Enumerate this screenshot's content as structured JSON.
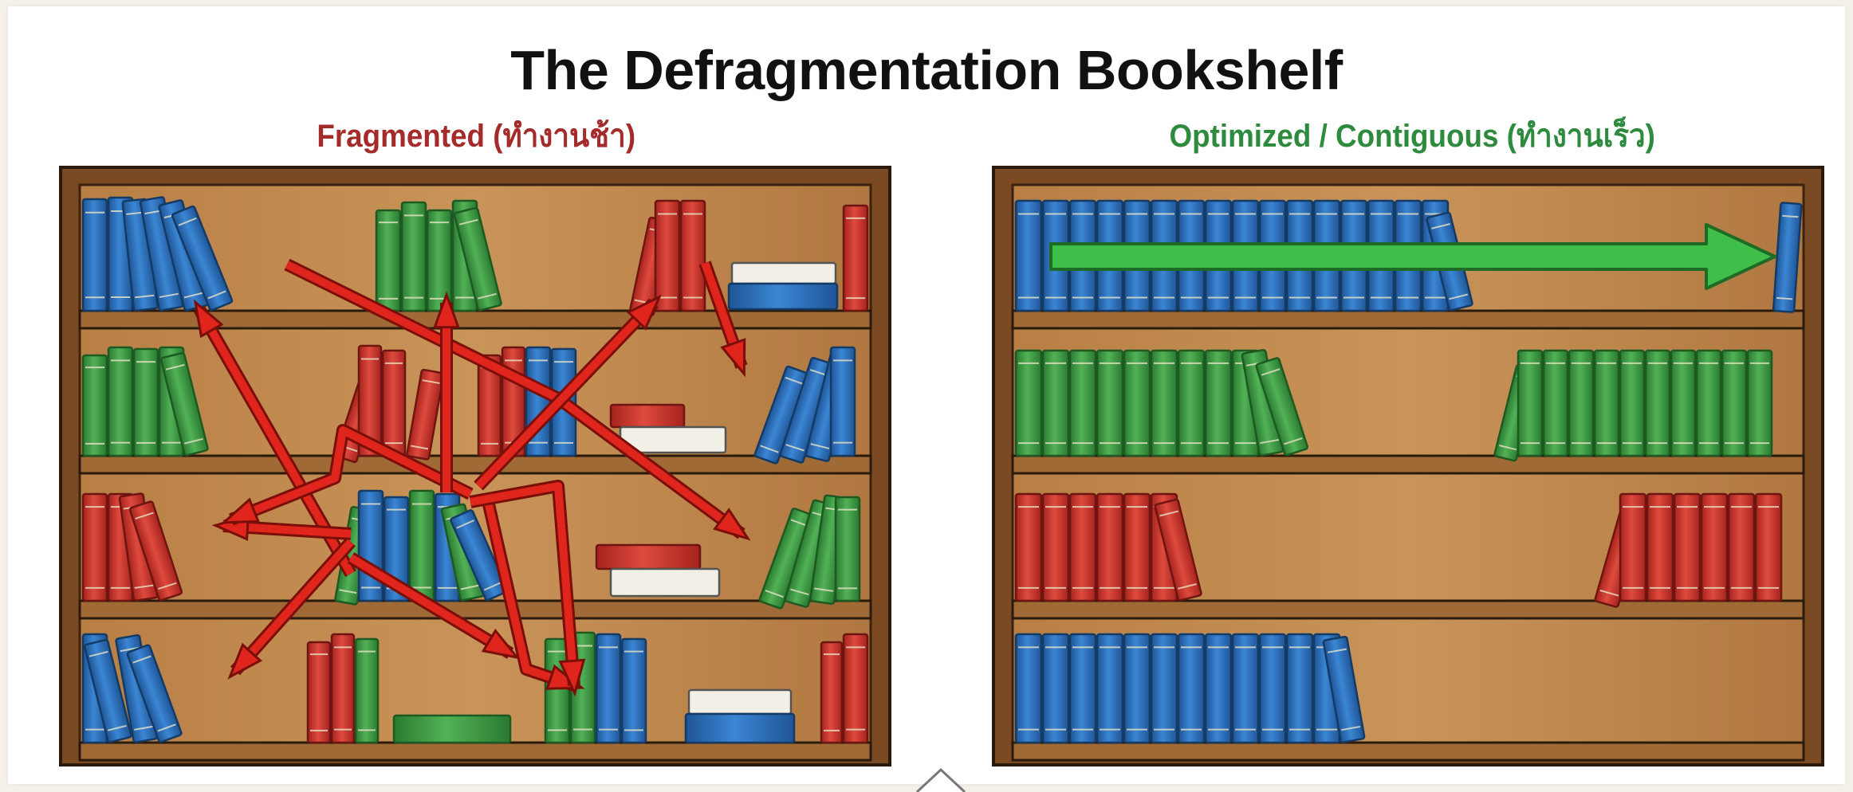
{
  "title": "The Defragmentation Bookshelf",
  "panels": {
    "fragmented": {
      "label": "Fragmented (ทำงานช้า)",
      "label_color": "#a52a2a"
    },
    "optimized": {
      "label": "Optimized / Contiguous (ทำงานเร็ว)",
      "label_color": "#2e8b3e"
    }
  },
  "colors": {
    "book_blue": "#2e6fb8",
    "book_green": "#3f9a43",
    "book_red": "#c9322b",
    "wood_frame": "#8b5a2b",
    "wood_back": "#c08a50",
    "arrow_red": "#e0251c",
    "arrow_green": "#3fbf4a"
  },
  "icons": {
    "fragment_arrows": "red-scatter-arrows",
    "contiguous_arrow": "green-right-arrow",
    "bottom_pointer": "triangle-pointer-icon"
  }
}
